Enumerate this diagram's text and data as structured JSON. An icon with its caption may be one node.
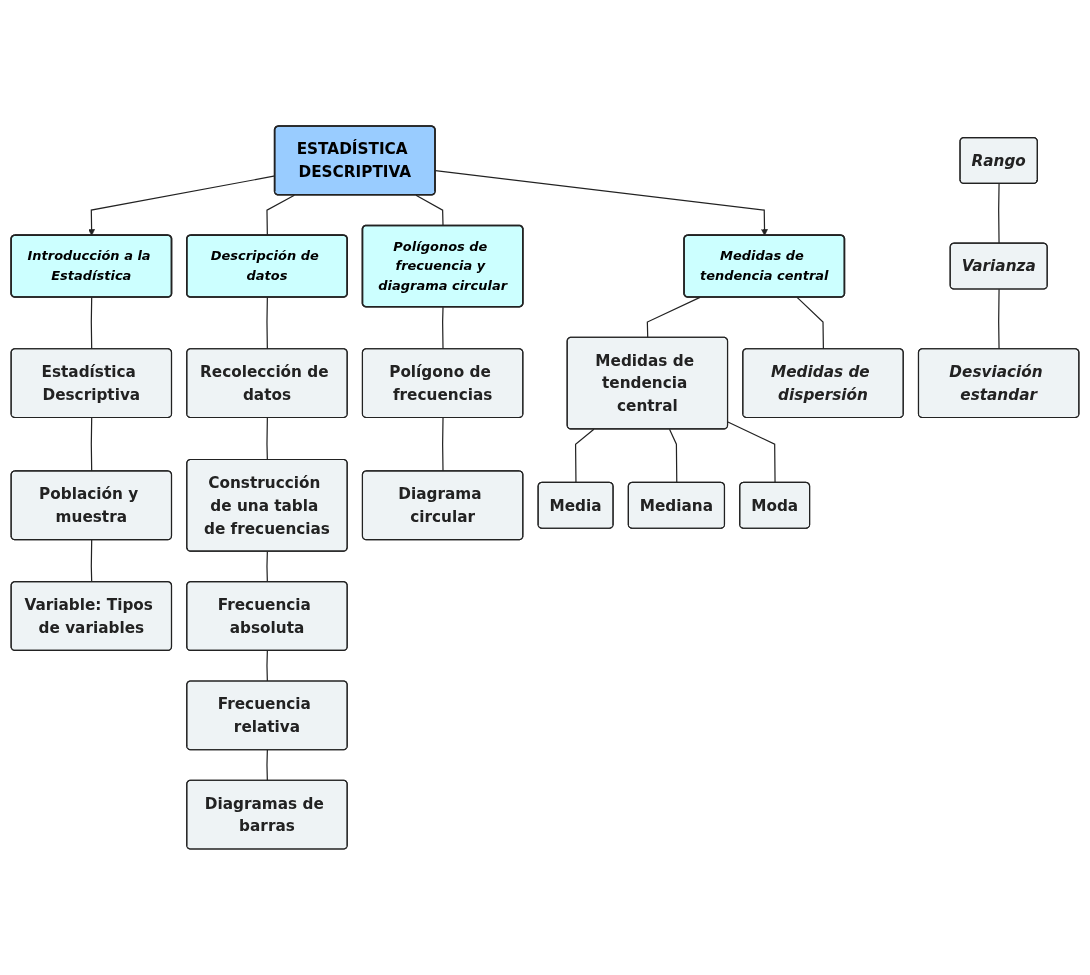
{
  "diagram": {
    "nodes": [
      {
        "text": [
          "ESTADÍSTICA DESCRIPTIVA"
        ]
      },
      {
        "text": [
          "Introducción a la Estadística"
        ]
      },
      {
        "text": [
          "Descripción de datos"
        ]
      },
      {
        "text": [
          "Polígonos de frecuencia y diagrama circular"
        ]
      },
      {
        "text": [
          "Medidas de tendencia central"
        ]
      },
      {
        "text": [
          "Estadística Descriptiva"
        ]
      },
      {
        "text": [
          "Población y muestra"
        ]
      },
      {
        "text": [
          "Variable: Tipos de variables"
        ]
      },
      {
        "text": [
          "Recolección de datos"
        ]
      },
      {
        "text": [
          "Construcción de una tabla de frecuencias"
        ]
      },
      {
        "text": [
          "Frecuencia absoluta"
        ]
      },
      {
        "text": [
          "Frecuencia relativa"
        ]
      },
      {
        "text": [
          "Diagramas de barras"
        ]
      },
      {
        "text": [
          "Polígono de frecuencias"
        ]
      },
      {
        "text": [
          "Diagrama circular"
        ]
      },
      {
        "text": [
          "Medidas de tendencia central"
        ]
      },
      {
        "text": [
          "Medidas de dispersión"
        ]
      },
      {
        "text": [
          "Media"
        ]
      },
      {
        "text": [
          "Mediana"
        ]
      },
      {
        "text": [
          "Moda"
        ]
      },
      {
        "text": [
          "Rango"
        ]
      },
      {
        "text": [
          "Varianza"
        ]
      },
      {
        "text": [
          "Desviación estandar"
        ]
      }
    ],
    "edges": [
      {
        "from": 0,
        "to": 1,
        "arrow": "to"
      },
      {
        "from": 0,
        "to": 2,
        "arrow": "none"
      },
      {
        "from": 0,
        "to": 3,
        "arrow": "none"
      },
      {
        "from": 0,
        "to": 4,
        "arrow": "to"
      },
      {
        "from": 1,
        "to": 5,
        "arrow": "none"
      },
      {
        "from": 5,
        "to": 6,
        "arrow": "none"
      },
      {
        "from": 6,
        "to": 7,
        "arrow": "none"
      },
      {
        "from": 2,
        "to": 8,
        "arrow": "none"
      },
      {
        "from": 8,
        "to": 9,
        "arrow": "none"
      },
      {
        "from": 9,
        "to": 10,
        "arrow": "none"
      },
      {
        "from": 10,
        "to": 11,
        "arrow": "none"
      },
      {
        "from": 11,
        "to": 12,
        "arrow": "none"
      },
      {
        "from": 3,
        "to": 13,
        "arrow": "none"
      },
      {
        "from": 13,
        "to": 14,
        "arrow": "none"
      },
      {
        "from": 4,
        "to": 15,
        "arrow": "none"
      },
      {
        "from": 4,
        "to": 16,
        "arrow": "none"
      },
      {
        "from": 15,
        "to": 17,
        "arrow": "none"
      },
      {
        "from": 15,
        "to": 18,
        "arrow": "none"
      },
      {
        "from": 15,
        "to": 19,
        "arrow": "none"
      },
      {
        "from": 20,
        "to": 21,
        "arrow": "none"
      },
      {
        "from": 21,
        "to": 22,
        "arrow": "none"
      }
    ]
  }
}
